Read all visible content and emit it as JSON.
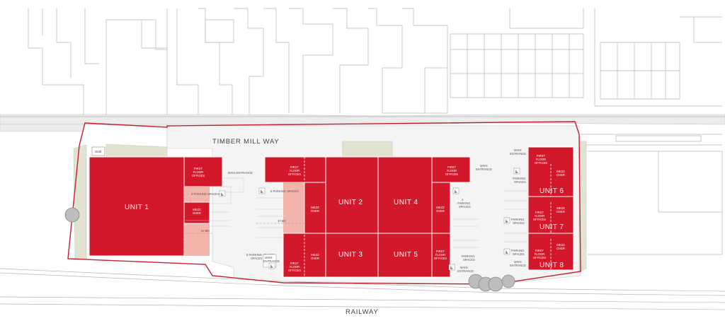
{
  "roads": {
    "top": "TIMBER MILL WAY",
    "bottom": "RAILWAY"
  },
  "substation": "SUB",
  "units": {
    "u1": "UNIT 1",
    "u2": "UNIT 2",
    "u3": "UNIT 3",
    "u4": "UNIT 4",
    "u5": "UNIT 5",
    "u6": "UNIT 6",
    "u7": "UNIT 7",
    "u8": "UNIT 8"
  },
  "annotations": {
    "first_line": "FIRST",
    "floor_line": "FLOOR",
    "offices_line": "OFFICES",
    "mezz_line": "MEZZ",
    "over_line": "OVER",
    "parking_line": "PARKING",
    "spaces_line": "SPACES",
    "main_line": "MAIN",
    "entrance_line": "ENTRANCE",
    "main_entrance": "MAIN ENTRANCE",
    "parking_4": "4 PARKING SPACES",
    "parking_6": "6 PARKING SPACES",
    "parking_5": "5 PARKING SPACES",
    "parking_3_prefix": "3"
  },
  "dimensions": {
    "d1": "17.5m",
    "d2": "17.5m"
  },
  "icons": {
    "accessible": "wheelchair-icon",
    "tree": "tree-icon"
  },
  "colors": {
    "unit_red": "#d3182b",
    "boundary_red": "#c4202f",
    "yard_pink": "#f2b5ac",
    "green_verge": "#dfe3cf"
  }
}
